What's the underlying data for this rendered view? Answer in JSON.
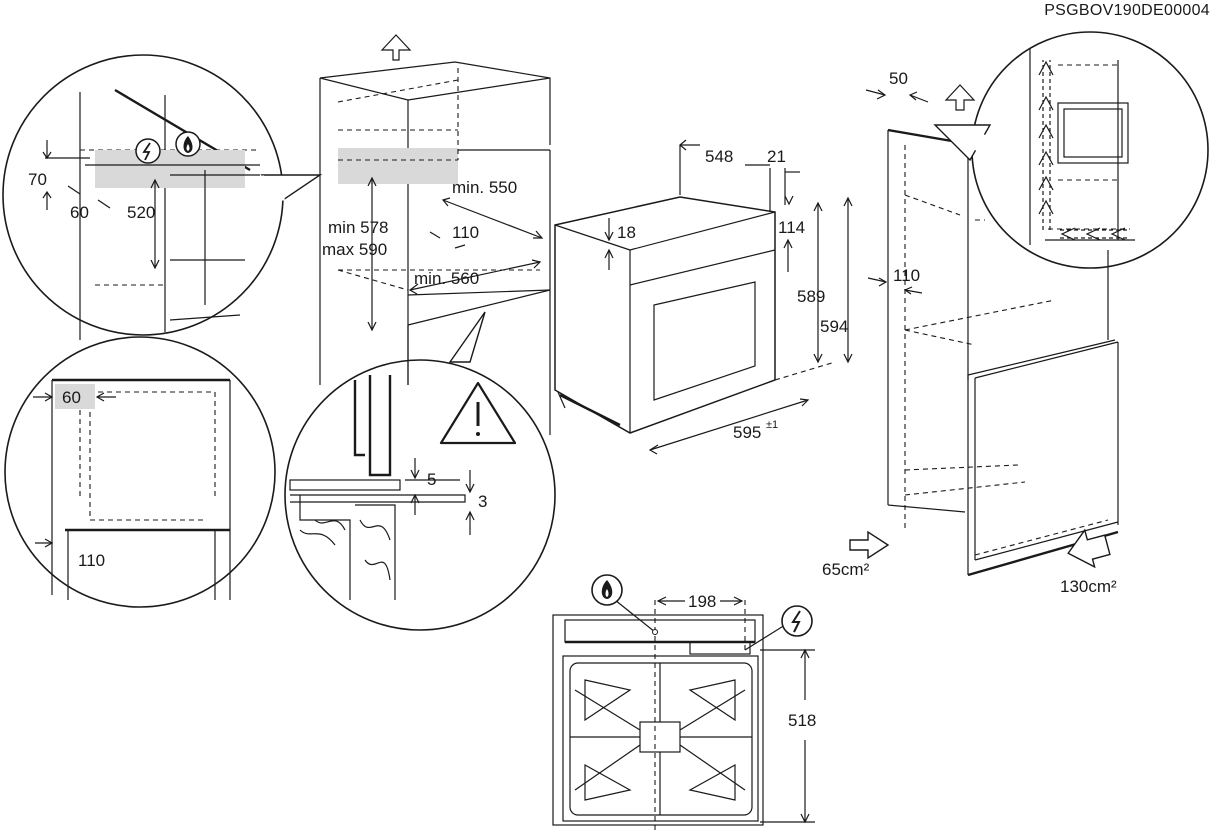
{
  "reference_code": "PSGBOV190DE00004",
  "installation_diagram": {
    "cabinet_column": {
      "depth_min": "min. 550",
      "height_min": "min 578",
      "height_max": "max 590",
      "rear_gap": "110",
      "width_min": "min. 560"
    },
    "oven": {
      "depth": "548",
      "front_offset": "21",
      "top_offset": "114",
      "panel_gap": "18",
      "body_height": "589",
      "overall_height": "594",
      "width": "595",
      "width_tolerance": "±1"
    },
    "detail_top": {
      "top_gap": "70",
      "side_gap": "60",
      "connection_height": "520"
    },
    "detail_side": {
      "side_gap": "60",
      "rear_gap": "110"
    },
    "detail_mounting": {
      "gap_upper": "5",
      "gap_lower": "3"
    },
    "tall_unit": {
      "top_gap": "50",
      "rear_gap": "110",
      "vent_front": "65cm²",
      "vent_bottom": "130cm²"
    },
    "hob_top_view": {
      "connection_spacing": "198",
      "depth": "518"
    },
    "icons": [
      "up-arrow-icon",
      "electric-icon",
      "gas-flame-icon",
      "warning-icon",
      "airflow-arrow-icon"
    ]
  }
}
